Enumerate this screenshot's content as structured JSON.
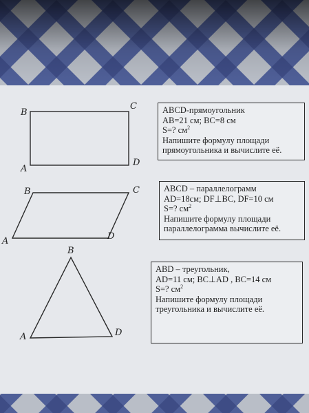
{
  "colors": {
    "paper": "#e6e8ec",
    "tablecloth_blue": "#4f5f98",
    "tablecloth_light": "#b8bdc5",
    "ink": "#2a2a2a"
  },
  "problems": [
    {
      "figure": "rectangle",
      "vertices": {
        "B": "B",
        "C": "C",
        "A": "A",
        "D": "D"
      },
      "lines": [
        "ABCD-прямоугольник",
        "AB=21 см; BC=8 см",
        "S=? см",
        "Напишите формулу площади",
        "прямоугольника и вычислите её."
      ],
      "unit_exponent": "2"
    },
    {
      "figure": "parallelogram",
      "vertices": {
        "B": "B",
        "C": "C",
        "A": "A",
        "D": "D"
      },
      "lines": [
        "ABCD – параллелограмм",
        "AD=18см;   DF⊥BC, DF=10 см",
        "S=? см",
        "Напишите формулу площади",
        "параллелограмма  вычислите её."
      ],
      "unit_exponent": "2"
    },
    {
      "figure": "triangle",
      "vertices": {
        "B": "B",
        "A": "A",
        "D": "D"
      },
      "lines": [
        "ABD – треугольник,",
        "AD=11 см;   BC⊥AD , BC=14 см",
        "S=? см",
        "Напишите формулу площади",
        "треугольника и  вычислите её."
      ],
      "unit_exponent": "2"
    }
  ]
}
